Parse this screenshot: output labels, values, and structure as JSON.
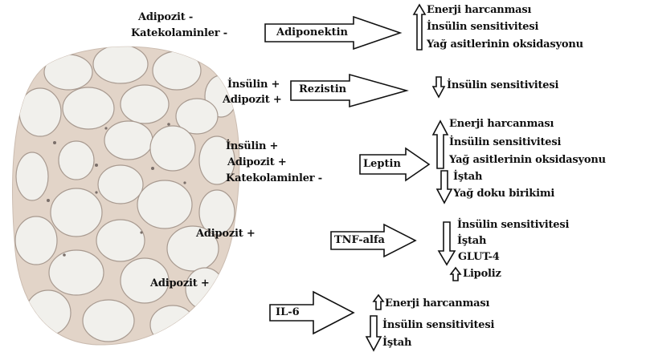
{
  "modulators": {
    "adiponektin": [
      "Adipozit  -",
      "Katekolaminler -"
    ],
    "rezistin": [
      "İnsülin +",
      "Adipozit +"
    ],
    "leptin": [
      "İnsülin +",
      "Adipozit +",
      "Katekolaminler -"
    ],
    "tnf": [
      "Adipozit +"
    ],
    "il6": [
      "Adipozit +"
    ]
  },
  "signals": {
    "adiponektin": "Adiponektin",
    "rezistin": "Rezistin",
    "leptin": "Leptin",
    "tnf": "TNF-alfa",
    "il6": "IL-6"
  },
  "effects": {
    "adiponektin": {
      "up": [
        "Enerji harcanması",
        "İnsülin sensitivitesi",
        "Yağ asitlerinin oksidasyonu"
      ]
    },
    "rezistin": {
      "down": [
        "İnsülin sensitivitesi"
      ]
    },
    "leptin": {
      "up": [
        "Enerji harcanması",
        "İnsülin sensitivitesi",
        "Yağ asitlerinin oksidasyonu"
      ],
      "down": [
        "İştah",
        "Yağ doku birikimi"
      ]
    },
    "tnf": {
      "down": [
        "İnsülin sensitivitesi",
        "İştah",
        "GLUT-4"
      ],
      "up": [
        "Lipoliz"
      ]
    },
    "il6": {
      "up": [
        "Enerji harcanması"
      ],
      "down": [
        "İnsülin sensitivitesi",
        "İştah"
      ]
    }
  },
  "icons": {
    "tissue": "adipose-tissue-micrograph",
    "signal_arrow": "hollow-right-arrow",
    "effect_up": "hollow-up-arrow",
    "effect_down": "hollow-down-arrow"
  },
  "colors": {
    "text": "#111111",
    "outline": "#111111",
    "tissue_bg": "#e4d6ca",
    "tissue_cell": "#f2f1ee"
  }
}
